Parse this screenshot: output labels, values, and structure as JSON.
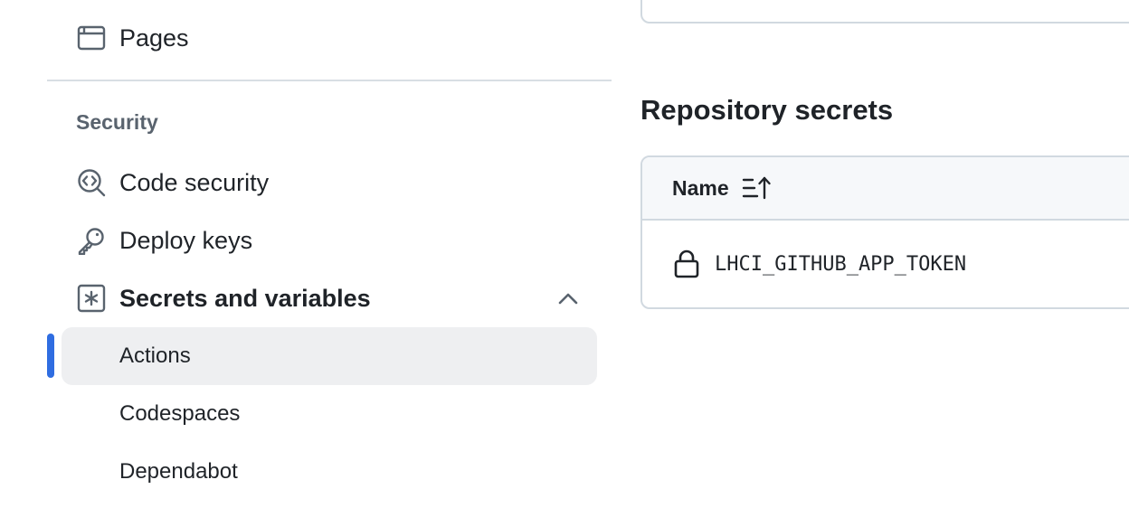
{
  "sidebar": {
    "pages_label": "Pages",
    "security_heading": "Security",
    "items": [
      {
        "label": "Code security",
        "icon": "code-security-icon"
      },
      {
        "label": "Deploy keys",
        "icon": "key-icon"
      },
      {
        "label": "Secrets and variables",
        "icon": "asterisk-icon",
        "expanded": true
      }
    ],
    "sub_items": [
      {
        "label": "Actions",
        "active": true
      },
      {
        "label": "Codespaces",
        "active": false
      },
      {
        "label": "Dependabot",
        "active": false
      }
    ]
  },
  "main": {
    "title": "Repository secrets",
    "table": {
      "column_name": "Name",
      "sort_icon": "sort-ascending-icon",
      "rows": [
        {
          "name": "LHCI_GITHUB_APP_TOKEN",
          "icon": "lock-icon"
        }
      ]
    }
  },
  "colors": {
    "accent": "#2f6de1",
    "active_bg": "#eeeff1",
    "border": "#d1d9e0",
    "header_bg": "#f6f8fa",
    "muted_text": "#59636e"
  }
}
